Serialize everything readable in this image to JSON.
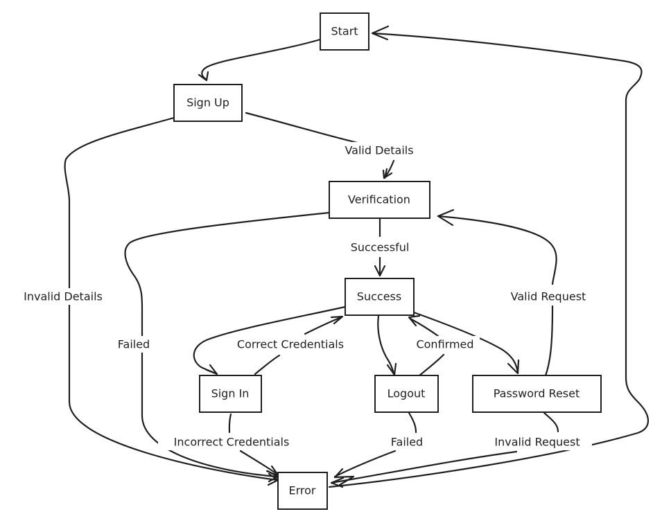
{
  "diagram": {
    "type": "flowchart",
    "line_color": "#1e1e1e",
    "background": "#ffffff",
    "nodes": [
      {
        "id": "start",
        "label": "Start"
      },
      {
        "id": "signup",
        "label": "Sign Up"
      },
      {
        "id": "verification",
        "label": "Verification"
      },
      {
        "id": "success",
        "label": "Success"
      },
      {
        "id": "signin",
        "label": "Sign In"
      },
      {
        "id": "logout",
        "label": "Logout"
      },
      {
        "id": "passwordreset",
        "label": "Password Reset"
      },
      {
        "id": "error",
        "label": "Error"
      }
    ],
    "edges": [
      {
        "id": "start-signup",
        "from": "start",
        "to": "signup",
        "label": ""
      },
      {
        "id": "signup-verification",
        "from": "signup",
        "to": "verification",
        "label": "Valid Details"
      },
      {
        "id": "signup-error",
        "from": "signup",
        "to": "error",
        "label": "Invalid Details"
      },
      {
        "id": "verification-success",
        "from": "verification",
        "to": "success",
        "label": "Successful"
      },
      {
        "id": "verification-error",
        "from": "verification",
        "to": "error",
        "label": "Failed"
      },
      {
        "id": "success-signin",
        "from": "success",
        "to": "signin",
        "label": ""
      },
      {
        "id": "signin-success",
        "from": "signin",
        "to": "success",
        "label": "Correct Credentials"
      },
      {
        "id": "success-logout",
        "from": "success",
        "to": "logout",
        "label": ""
      },
      {
        "id": "logout-success",
        "from": "logout",
        "to": "success",
        "label": "Confirmed"
      },
      {
        "id": "success-passwordreset",
        "from": "success",
        "to": "passwordreset",
        "label": ""
      },
      {
        "id": "passwordreset-verification",
        "from": "passwordreset",
        "to": "verification",
        "label": "Valid Request"
      },
      {
        "id": "signin-error",
        "from": "signin",
        "to": "error",
        "label": "Incorrect Credentials"
      },
      {
        "id": "logout-error",
        "from": "logout",
        "to": "error",
        "label": "Failed"
      },
      {
        "id": "passwordreset-error",
        "from": "passwordreset",
        "to": "error",
        "label": "Invalid Request"
      },
      {
        "id": "error-start",
        "from": "error",
        "to": "start",
        "label": ""
      }
    ]
  }
}
